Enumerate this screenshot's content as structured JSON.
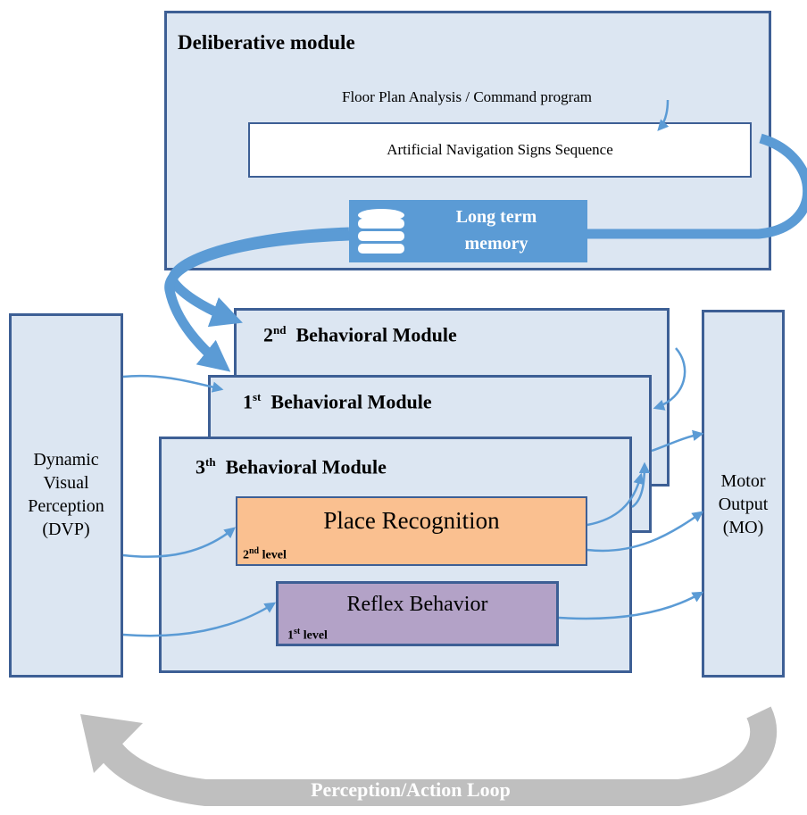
{
  "deliberative": {
    "title": "Deliberative module",
    "floor_plan": "Floor Plan Analysis / Command program",
    "signs_sequence": "Artificial Navigation Signs Sequence",
    "memory_line1": "Long term",
    "memory_line2": "memory",
    "memory_icon": "database-icon"
  },
  "dvp": {
    "line1": "Dynamic",
    "line2": "Visual",
    "line3": "Perception",
    "line4": "(DVP)"
  },
  "motor": {
    "line1": "Motor",
    "line2": "Output",
    "line3": "(MO)"
  },
  "behavioral_2": {
    "num": "2",
    "sup": "nd",
    "label": "Behavioral Module"
  },
  "behavioral_1": {
    "num": "1",
    "sup": "st",
    "label": "Behavioral Module"
  },
  "behavioral_3": {
    "num": "3",
    "sup": "th",
    "label": "Behavioral Module"
  },
  "place_recognition": {
    "title": "Place Recognition",
    "level_num": "2",
    "level_sup": "nd",
    "level_text": "level"
  },
  "reflex_behavior": {
    "title": "Reflex Behavior",
    "level_num": "1",
    "level_sup": "st",
    "level_text": "level"
  },
  "loop": {
    "label": "Perception/Action Loop"
  },
  "colors": {
    "panel_fill": "#dce6f2",
    "panel_border": "#3d5f95",
    "arrow_blue": "#5b9bd5",
    "place_fill": "#fac090",
    "reflex_fill": "#b3a2c7",
    "memory_fill": "#5b9bd5",
    "loop_gray": "#bfbfbf"
  }
}
